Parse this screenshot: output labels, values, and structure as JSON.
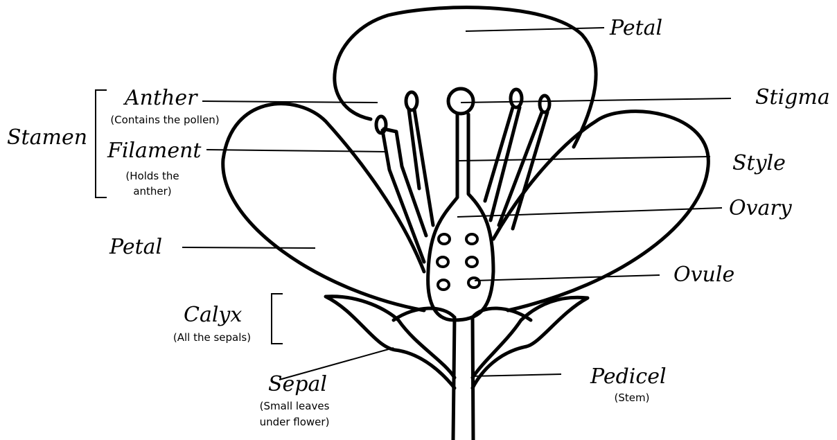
{
  "labels": {
    "petal_top": "Petal",
    "stigma": "Stigma",
    "anther": "Anther",
    "anther_note": "(Contains the pollen)",
    "stamen": "Stamen",
    "filament": "Filament",
    "filament_note_1": "(Holds the",
    "filament_note_2": "anther)",
    "style": "Style",
    "ovary": "Ovary",
    "petal_left": "Petal",
    "ovule": "Ovule",
    "calyx": "Calyx",
    "calyx_note": "(All the sepals)",
    "sepal": "Sepal",
    "sepal_note_1": "(Small leaves",
    "sepal_note_2": "under flower)",
    "pedicel": "Pedicel",
    "pedicel_note": "(Stem)"
  },
  "colors": {
    "ink": "#000000",
    "background": "#ffffff"
  }
}
